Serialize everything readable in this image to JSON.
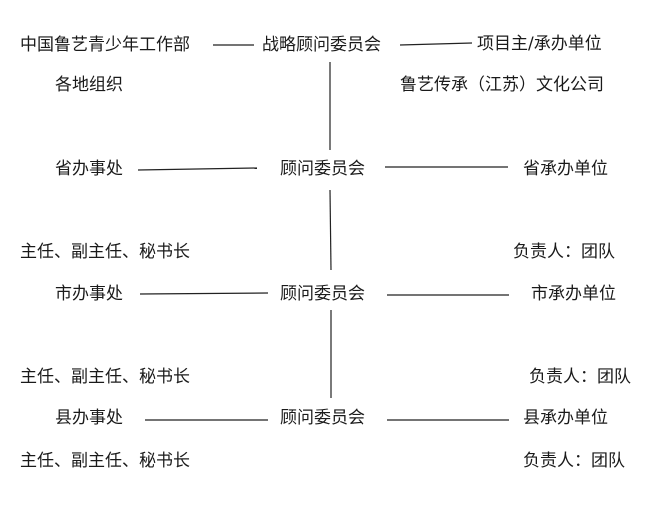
{
  "top": {
    "left_title": "中国鲁艺青少年工作部",
    "left_sub": "各地组织",
    "center": "战略顾问委员会",
    "right_title": "项目主/承办单位",
    "right_sub": "鲁艺传承（江苏）文化公司"
  },
  "province": {
    "office": "省办事处",
    "center": "顾问委员会",
    "unit": "省承办单位",
    "staff": "主任、副主任、秘书长",
    "lead": "负责人：团队"
  },
  "city": {
    "office": "市办事处",
    "center": "顾问委员会",
    "unit": "市承办单位",
    "staff": "主任、副主任、秘书长",
    "lead": "负责人：团队"
  },
  "county": {
    "office": "县办事处",
    "center": "顾问委员会",
    "unit": "县承办单位",
    "staff": "主任、副主任、秘书长",
    "lead": "负责人：团队"
  }
}
